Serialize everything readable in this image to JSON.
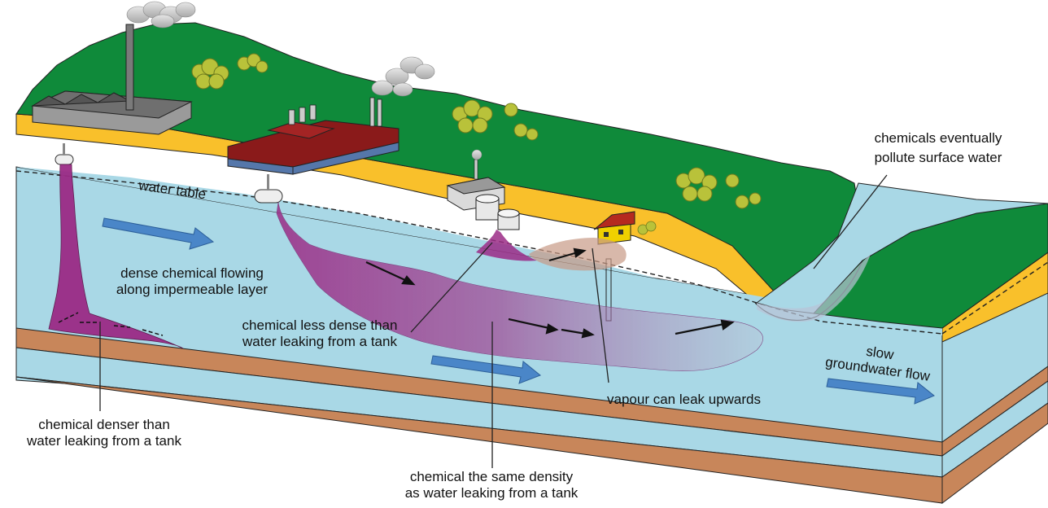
{
  "labels": {
    "surface_water": [
      "chemicals eventually",
      "pollute surface water"
    ],
    "water_table": "water table",
    "dense_flow": [
      "dense chemical flowing",
      "along impermeable layer"
    ],
    "less_dense": [
      "chemical less dense than",
      "water leaking from a tank"
    ],
    "groundwater": [
      "slow",
      "groundwater flow"
    ],
    "vapour": "vapour can leak upwards",
    "denser": [
      "chemical denser than",
      "water leaking from a tank"
    ],
    "same_density": [
      "chemical the same density",
      "as water leaking from a tank"
    ]
  },
  "colors": {
    "grass": "#0f8a3a",
    "unsaturated": "#f9c02b",
    "groundwater": "#a9d8e6",
    "clay": "#c8865a",
    "plume": "#9b2b86",
    "flow_arrow": "#4a86c8",
    "building_roof": "#8a1a1a",
    "factory_gray": "#8a8a8a"
  }
}
